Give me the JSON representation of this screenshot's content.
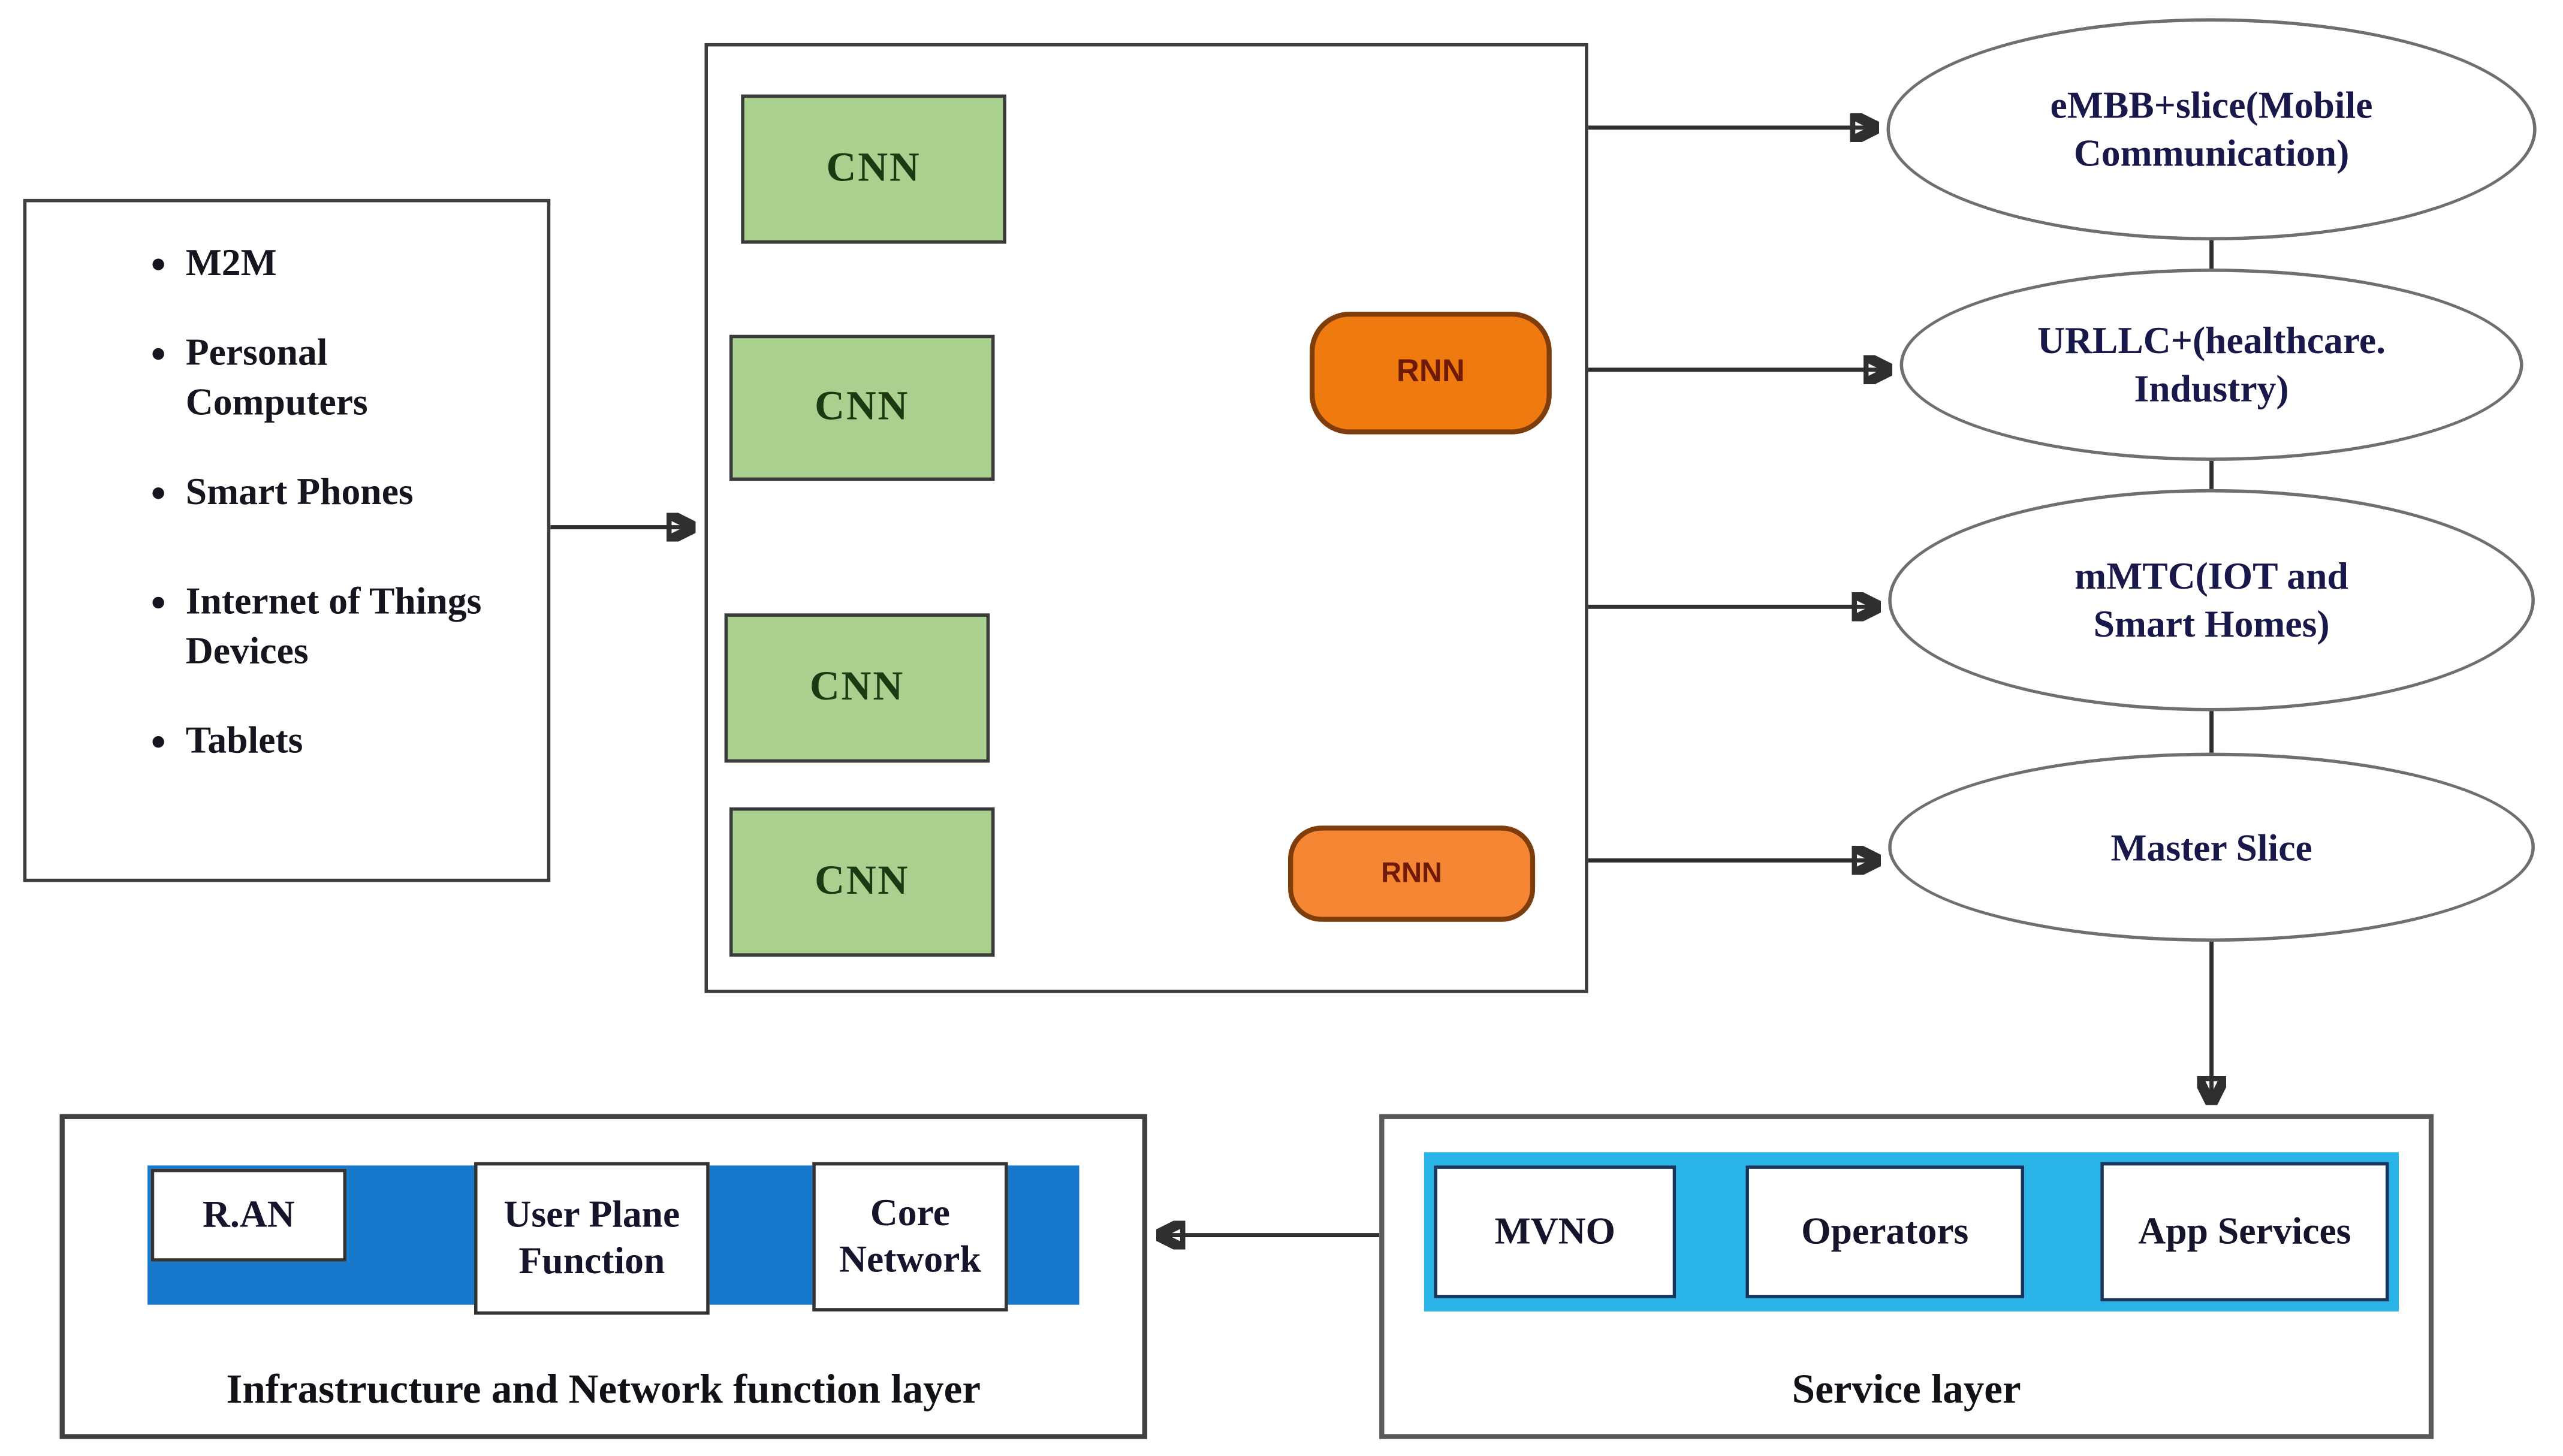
{
  "diagram": {
    "devices_box": {
      "items": [
        "M2M",
        "Personal Computers",
        "Smart Phones",
        "Internet of Things Devices",
        "Tablets"
      ]
    },
    "nn_box": {
      "cnn_labels": [
        "CNN",
        "CNN",
        "CNN",
        "CNN"
      ],
      "rnn_labels": [
        "RNN",
        "RNN"
      ]
    },
    "slices": [
      {
        "label": "eMBB+slice(Mobile Communication)"
      },
      {
        "label": "URLLC+(healthcare. Industry)"
      },
      {
        "label": "mMTC(IOT and Smart Homes)"
      },
      {
        "label": "Master Slice"
      }
    ],
    "infrastructure_layer": {
      "title": "Infrastructure and Network function layer",
      "boxes": [
        "R.AN",
        "User Plane Function",
        "Core Network"
      ]
    },
    "service_layer": {
      "title": "Service layer",
      "boxes": [
        "MVNO",
        "Operators",
        "App Services"
      ]
    },
    "colors": {
      "cnn_fill": "#a9d08e",
      "rnn_top_fill": "#ee7a10",
      "rnn_bottom_fill": "#f58634",
      "rnn_border": "#7f3d0b",
      "infrastructure_band": "#1679cc",
      "service_band": "#29b3e6",
      "line": "#2f2f2f"
    }
  }
}
